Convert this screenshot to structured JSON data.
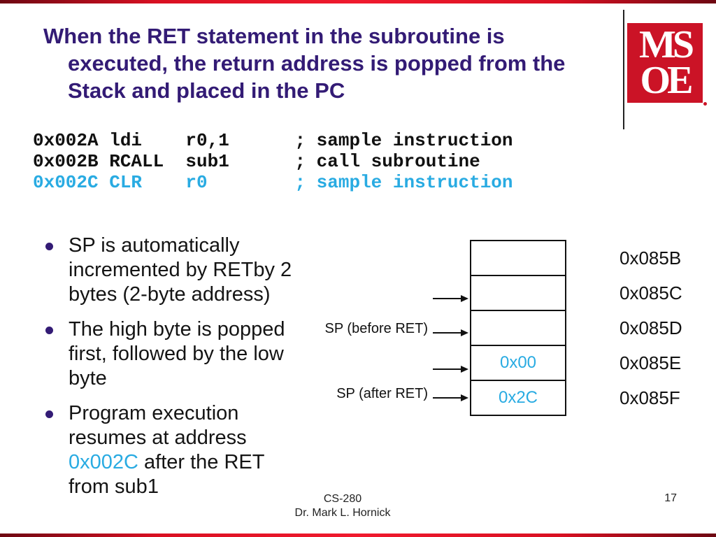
{
  "colors": {
    "brand_red": "#cb1326",
    "accent_cyan": "#29abe2",
    "title_purple": "#331b75"
  },
  "title": {
    "lines": [
      "When the RET statement in the subroutine is",
      "executed, the return address is popped from the",
      "Stack and placed in the PC"
    ]
  },
  "logo": {
    "line1": "MS",
    "line2": "OE"
  },
  "code": {
    "lines": [
      {
        "text": "0x002A ldi    r0,1      ; sample instruction",
        "accent": false
      },
      {
        "text": "0x002B RCALL  sub1      ; call subroutine",
        "accent": false
      },
      {
        "text": "0x002C CLR    r0        ; sample instruction",
        "accent": true
      }
    ]
  },
  "bullets": [
    {
      "lines": [
        [
          {
            "text": "SP is automatically"
          }
        ],
        [
          {
            "text": "incremented by RETby 2"
          }
        ],
        [
          {
            "text": "bytes (2-byte address)"
          }
        ]
      ]
    },
    {
      "lines": [
        [
          {
            "text": "The high byte is popped"
          }
        ],
        [
          {
            "text": "first, followed by the low"
          }
        ],
        [
          {
            "text": "byte"
          }
        ]
      ]
    },
    {
      "lines": [
        [
          {
            "text": "Program execution"
          }
        ],
        [
          {
            "text": "resumes at address"
          }
        ],
        [
          {
            "text": "0x002C",
            "accent": true
          },
          {
            "text": " after the RET"
          }
        ],
        [
          {
            "text": "from sub1"
          }
        ]
      ]
    }
  ],
  "diagram": {
    "rows": [
      {
        "value": "",
        "address": "0x085B"
      },
      {
        "value": "",
        "address": "0x085C"
      },
      {
        "value": "",
        "address": "0x085D"
      },
      {
        "value": "0x00",
        "address": "0x085E"
      },
      {
        "value": "0x2C",
        "address": "0x085F"
      }
    ],
    "pointers": [
      {
        "label": ""
      },
      {
        "label": "SP (before RET)"
      },
      {
        "label": ""
      },
      {
        "label": "SP (after RET)"
      }
    ]
  },
  "footer": {
    "course": "CS-280",
    "author": "Dr. Mark L. Hornick",
    "page": "17"
  }
}
